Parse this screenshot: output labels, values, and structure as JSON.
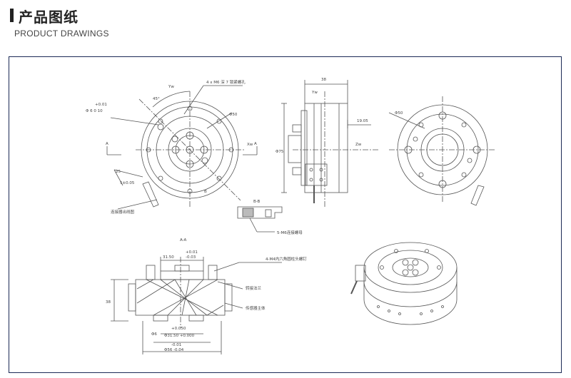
{
  "header": {
    "title": "产品图纸",
    "subtitle": "PRODUCT DRAWINGS"
  },
  "drawing": {
    "top_view": {
      "axis_y": "Yw",
      "axis_x": "Xw",
      "angle": "45°",
      "tol_top": "+0.01",
      "hole_note": "Φ 6  0  10",
      "screw_note": "4 x M6 深 7 锁紧螺孔",
      "dia_label": "Φ50",
      "dim_side_1": "25",
      "dim_side_2": "5±0.05",
      "section_a": "A",
      "callout_bottom": "连接器出线图",
      "label_b": "B"
    },
    "side_view": {
      "top_dim": "38",
      "axis_y": "Yw",
      "right_dim": "19.05",
      "axis_z": "Zw",
      "dia_label": "Φ75"
    },
    "bottom_view": {
      "dia_label": "Φ50"
    },
    "section_b": {
      "title": "B-B",
      "callout": "5-M6连接螺母"
    },
    "section_aa": {
      "title": "A-A",
      "tol_1": "+0.01",
      "dim_1": "31.50",
      "tol_2": "-0.03",
      "callout_1": "4-M4内六角圆柱头螺钉",
      "callout_2": "转接法兰",
      "callout_3": "传感器主体",
      "height": "38",
      "tol_3": "+0.050",
      "dim_3": "Φ31.50 +0.000",
      "dim_4": "Φ6",
      "tol_4": "-0.01",
      "dim_5": "Φ56 -0.04"
    }
  }
}
